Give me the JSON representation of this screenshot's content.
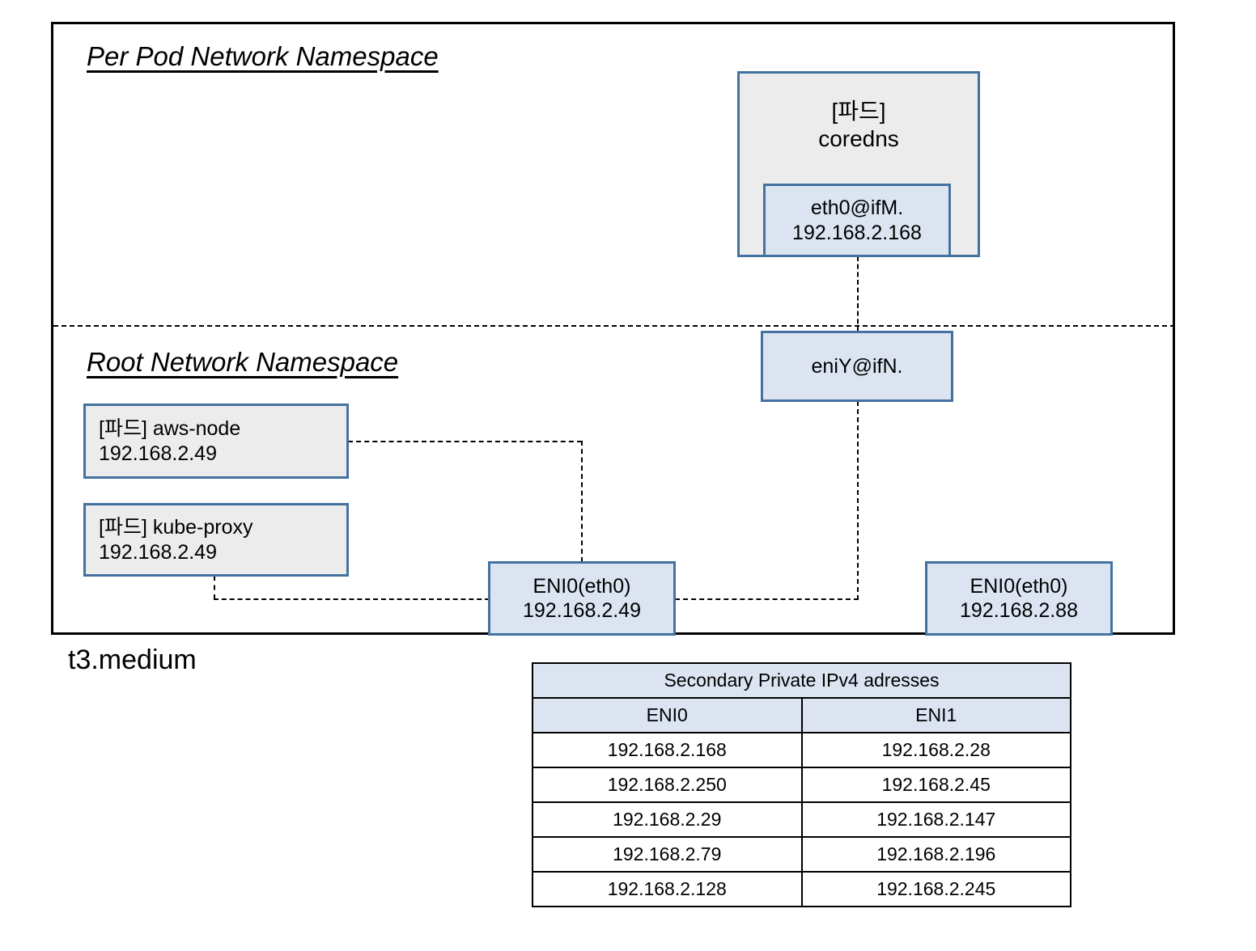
{
  "diagram": {
    "instance_type": "t3.medium",
    "namespaces": {
      "pod": "Per Pod Network Namespace",
      "root": "Root Network Namespace"
    },
    "pod_coredns": {
      "line1": "[파드]",
      "line2": "coredns",
      "interface": {
        "line1": "eth0@ifM.",
        "line2": "192.168.2.168"
      }
    },
    "eni_y": {
      "label": "eniY@ifN."
    },
    "pod_aws_node": {
      "line1": "[파드] aws-node",
      "line2": "192.168.2.49"
    },
    "pod_kube_proxy": {
      "line1": "[파드] kube-proxy",
      "line2": "192.168.2.49"
    },
    "eni0": {
      "line1": "ENI0(eth0)",
      "line2": "192.168.2.49"
    },
    "eni1": {
      "line1": "ENI0(eth0)",
      "line2": "192.168.2.88"
    }
  },
  "ip_table": {
    "title": "Secondary Private IPv4 adresses",
    "columns": [
      "ENI0",
      "ENI1"
    ],
    "rows": [
      [
        "192.168.2.168",
        "192.168.2.28"
      ],
      [
        "192.168.2.250",
        "192.168.2.45"
      ],
      [
        "192.168.2.29",
        "192.168.2.147"
      ],
      [
        "192.168.2.79",
        "192.168.2.196"
      ],
      [
        "192.168.2.128",
        "192.168.2.245"
      ]
    ]
  },
  "colors": {
    "pod_fill": "#ECECEC",
    "eni_fill": "#DCE4F2",
    "box_border": "#4472A0",
    "outline": "#000000"
  }
}
